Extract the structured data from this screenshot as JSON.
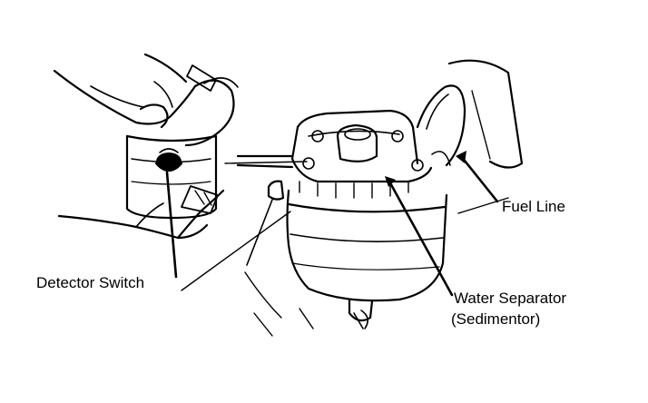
{
  "labels": {
    "fuel_line": "Fuel Line",
    "detector_switch": "Detector Switch",
    "water_separator": "Water Separator",
    "sedimentor": "(Sedimentor)"
  },
  "colors": {
    "ink": "#000000",
    "paper": "#ffffff"
  }
}
